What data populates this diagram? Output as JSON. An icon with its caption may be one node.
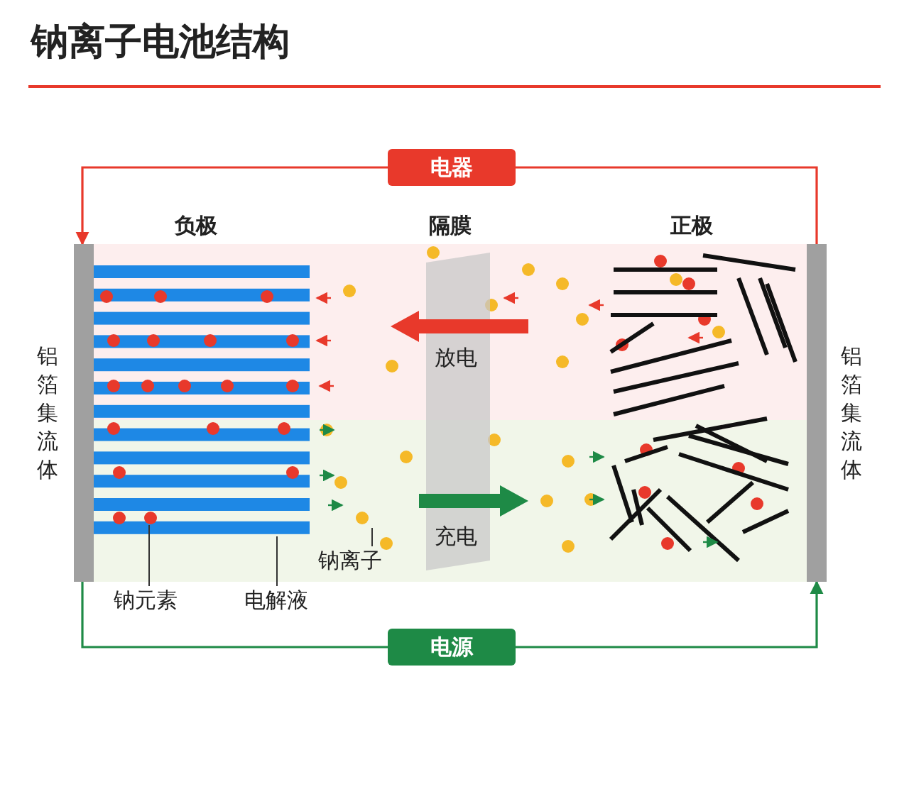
{
  "diagram": {
    "title": "钠离子电池结构",
    "nodes": [
      {
        "text": [
          "电器"
        ]
      },
      {
        "text": [
          "铝箔集流体"
        ]
      },
      {
        "text": [
          "铝箔集流体"
        ]
      },
      {
        "text": [
          "电源"
        ]
      },
      {
        "text": [
          "钠元素"
        ]
      },
      {
        "text": [
          "电解液"
        ]
      },
      {
        "text": [
          "钠离子"
        ]
      }
    ],
    "edges": [
      {
        "from": 2,
        "to": 0,
        "arrow": "none",
        "color": "#e8392b"
      },
      {
        "from": 0,
        "to": 1,
        "arrow": "to",
        "color": "#e8392b"
      },
      {
        "from": 1,
        "to": 3,
        "arrow": "none",
        "color": "#1e8a46"
      },
      {
        "from": 3,
        "to": 2,
        "arrow": "to",
        "color": "#1e8a46"
      },
      {
        "from": 4,
        "to": null,
        "arrow": "none",
        "color": "#333333"
      },
      {
        "from": 5,
        "to": null,
        "arrow": "none",
        "color": "#333333"
      },
      {
        "from": 6,
        "to": null,
        "arrow": "none",
        "color": "#333333"
      }
    ],
    "labels": [
      "负极",
      "隔膜",
      "正极",
      "放电",
      "充电"
    ]
  }
}
